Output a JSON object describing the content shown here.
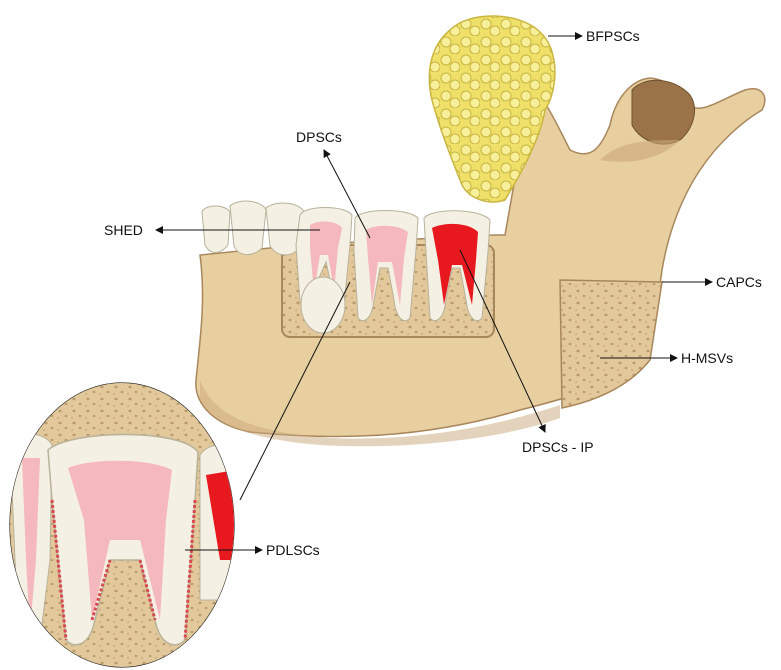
{
  "labels": {
    "bfpscs": "BFPSCs",
    "dpscs": "DPSCs",
    "shed": "SHED",
    "capcs": "CAPCs",
    "hmsvs": "H-MSVs",
    "dpscs_ip": "DPSCs - IP",
    "pdlscs": "PDLSCs"
  },
  "colors": {
    "bone": "#e8cfa0",
    "bone_dark": "#c9a77a",
    "fat_pad": "#f1e36b",
    "pulp": "#f5b8bc",
    "inflamed_pulp": "#e8191e",
    "enamel": "#f4f1e4",
    "arrow": "#111111"
  }
}
